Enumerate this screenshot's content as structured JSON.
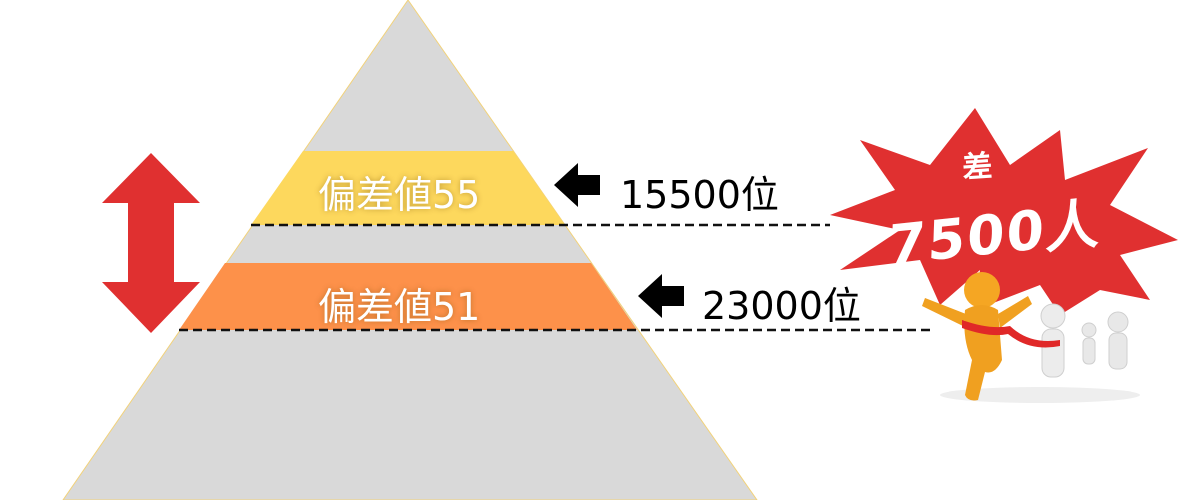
{
  "colors": {
    "pyramid": "#d9d9d9",
    "band_top": "#fdd85d",
    "band_bottom": "#fd914a",
    "accent_red": "#e03030",
    "text_dark": "#000000",
    "text_light": "#ffffff"
  },
  "bands": [
    {
      "label": "偏差値55",
      "rank": "15500位"
    },
    {
      "label": "偏差値51",
      "rank": "23000位"
    }
  ],
  "burst": {
    "small": "差",
    "big": "7500人"
  },
  "icons": {
    "double_arrow": "up-down-arrow-icon",
    "rank_arrow": "left-arrow-icon",
    "figures": "runners-finish-line-illustration"
  }
}
